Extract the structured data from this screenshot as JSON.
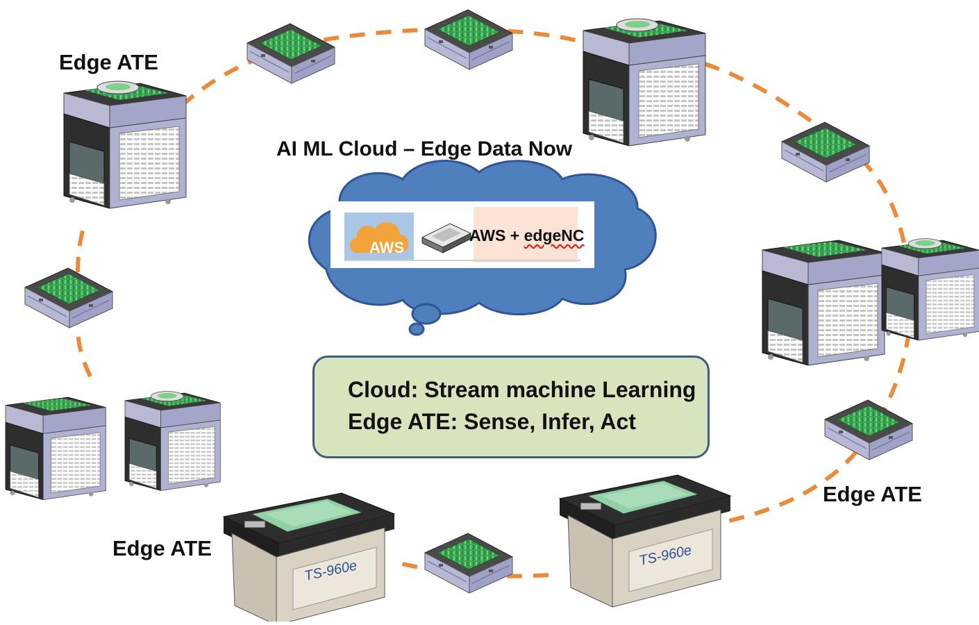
{
  "labels": {
    "edge_ate_top_left": "Edge ATE",
    "edge_ate_bottom_left": "Edge ATE",
    "edge_ate_bottom_right": "Edge ATE",
    "cloud_title": "AI ML Cloud – Edge Data Now"
  },
  "cloud": {
    "aws_logo_text": "AWS",
    "partner_label_prefix": "AWS + ",
    "partner_label_product": "edgeNC"
  },
  "info_box": {
    "line1": "Cloud: Stream machine Learning",
    "line2": "Edge ATE: Sense, Infer, Act"
  },
  "tester_model": "TS-960e",
  "colors": {
    "ring": "#ed8a3a",
    "cloud_fill": "#4f7fbd",
    "cloud_stroke": "#2f5597",
    "info_fill": "#d8e4bc",
    "info_border": "#3d5a87",
    "board_green": "#3aa552",
    "cabinet_body": "#b9b9d3"
  }
}
